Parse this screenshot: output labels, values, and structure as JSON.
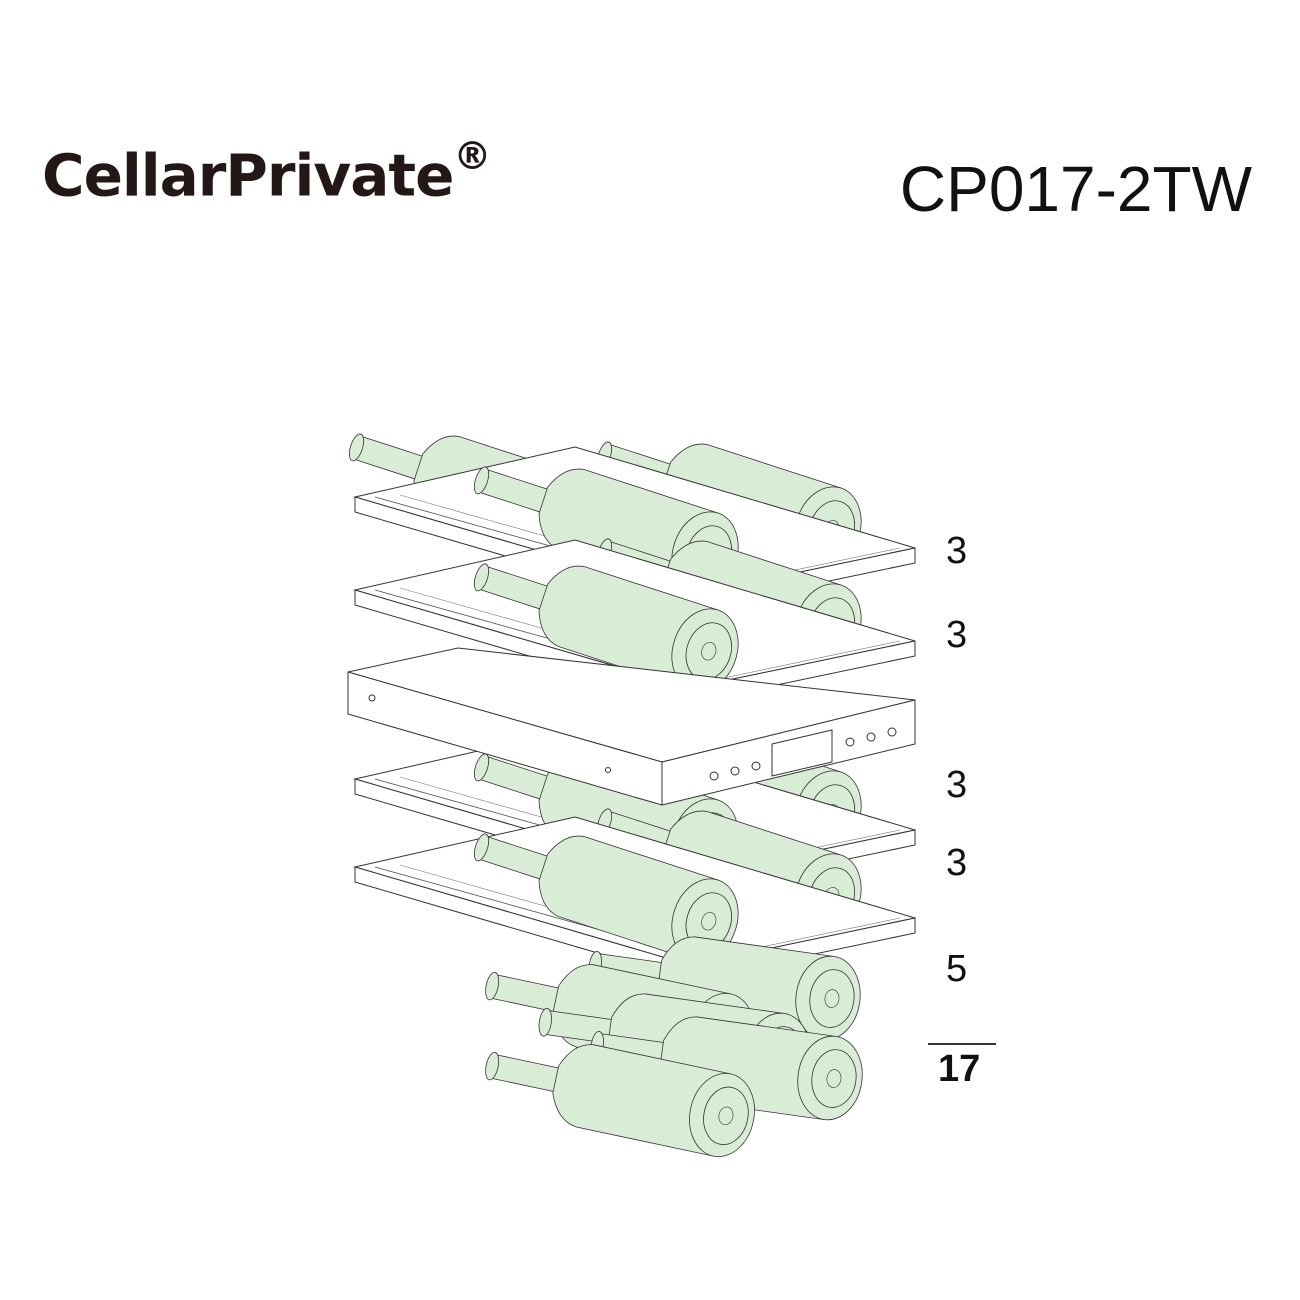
{
  "brand": {
    "name": "CellarPrivate",
    "mark": "®"
  },
  "model": "CP017-2TW",
  "shelf_counts": [
    "3",
    "3",
    "3",
    "3",
    "5"
  ],
  "total": "17",
  "colors": {
    "bottle_fill": "#d9ecd6",
    "line": "#333333"
  }
}
